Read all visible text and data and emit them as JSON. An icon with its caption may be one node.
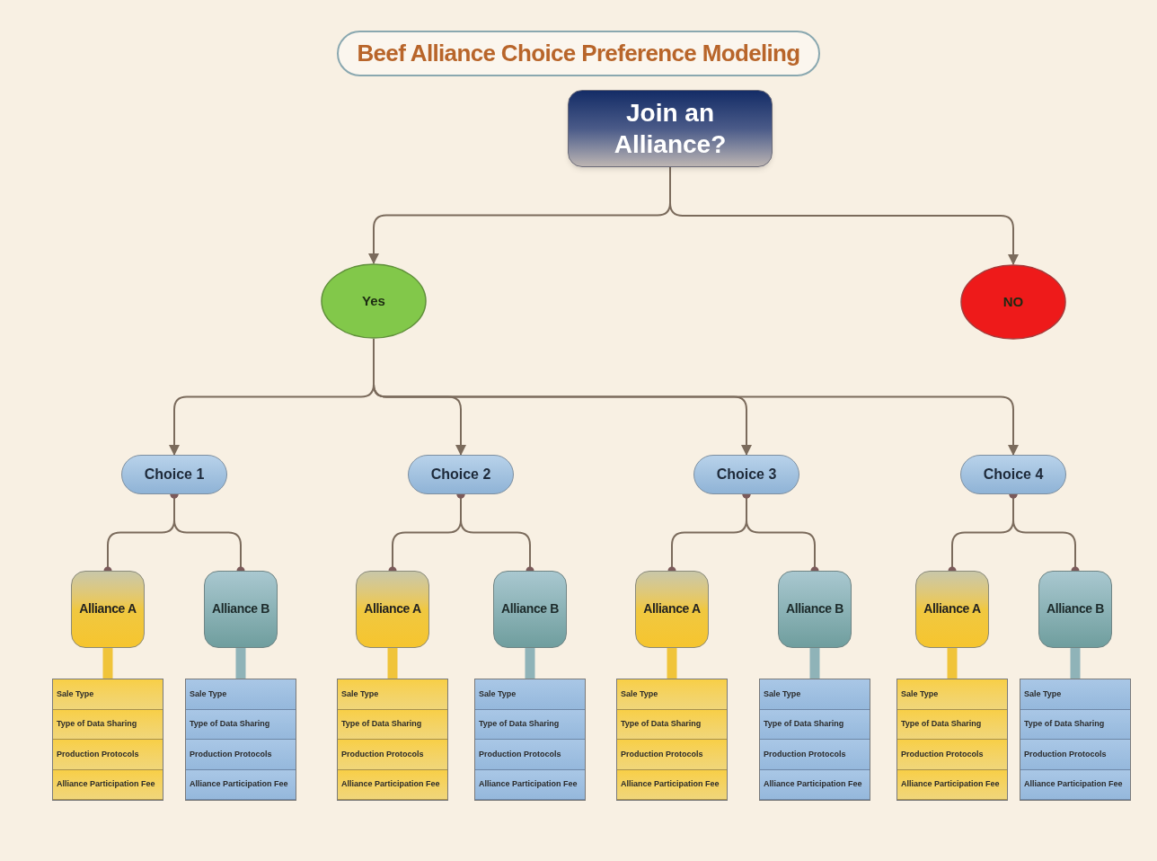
{
  "diagram": {
    "title": "Beef Alliance Choice Preference Modeling",
    "nodes": [
      {
        "text": [
          "Join an Alliance?"
        ]
      },
      {
        "text": [
          "Yes"
        ]
      },
      {
        "text": [
          "NO"
        ]
      },
      {
        "text": [
          "Choice 1"
        ]
      },
      {
        "text": [
          "Choice 2"
        ]
      },
      {
        "text": [
          "Choice 3"
        ]
      },
      {
        "text": [
          "Choice 4"
        ]
      },
      {
        "text": [
          "Alliance A"
        ]
      },
      {
        "text": [
          "Alliance B"
        ]
      },
      {
        "text": [
          "Alliance A"
        ]
      },
      {
        "text": [
          "Alliance B"
        ]
      },
      {
        "text": [
          "Alliance A"
        ]
      },
      {
        "text": [
          "Alliance B"
        ]
      },
      {
        "text": [
          "Alliance A"
        ]
      },
      {
        "text": [
          "Alliance B"
        ]
      },
      {
        "text": [
          "Sale Type",
          "Type of Data Sharing",
          "Production Protocols",
          "Alliance Participation Fee"
        ]
      },
      {
        "text": [
          "Sale Type",
          "Type of Data Sharing",
          "Production Protocols",
          "Alliance Participation Fee"
        ]
      },
      {
        "text": [
          "Sale Type",
          "Type of Data Sharing",
          "Production Protocols",
          "Alliance Participation Fee"
        ]
      },
      {
        "text": [
          "Sale Type",
          "Type of Data Sharing",
          "Production Protocols",
          "Alliance Participation Fee"
        ]
      },
      {
        "text": [
          "Sale Type",
          "Type of Data Sharing",
          "Production Protocols",
          "Alliance Participation Fee"
        ]
      },
      {
        "text": [
          "Sale Type",
          "Type of Data Sharing",
          "Production Protocols",
          "Alliance Participation Fee"
        ]
      },
      {
        "text": [
          "Sale Type",
          "Type of Data Sharing",
          "Production Protocols",
          "Alliance Participation Fee"
        ]
      },
      {
        "text": [
          "Sale Type",
          "Type of Data Sharing",
          "Production Protocols",
          "Alliance Participation Fee"
        ]
      }
    ],
    "edges": [
      {
        "from": 0,
        "to": 1,
        "arrow": "to"
      },
      {
        "from": 0,
        "to": 2,
        "arrow": "to"
      },
      {
        "from": 1,
        "to": 3,
        "arrow": "to"
      },
      {
        "from": 1,
        "to": 4,
        "arrow": "to"
      },
      {
        "from": 1,
        "to": 5,
        "arrow": "to"
      },
      {
        "from": 1,
        "to": 6,
        "arrow": "to"
      },
      {
        "from": 3,
        "to": 7,
        "arrow": "other"
      },
      {
        "from": 3,
        "to": 8,
        "arrow": "other"
      },
      {
        "from": 4,
        "to": 9,
        "arrow": "other"
      },
      {
        "from": 4,
        "to": 10,
        "arrow": "other"
      },
      {
        "from": 5,
        "to": 11,
        "arrow": "other"
      },
      {
        "from": 5,
        "to": 12,
        "arrow": "other"
      },
      {
        "from": 6,
        "to": 13,
        "arrow": "other"
      },
      {
        "from": 6,
        "to": 14,
        "arrow": "other"
      },
      {
        "from": 7,
        "to": 15,
        "arrow": "none",
        "style": "thick",
        "color": "#f0c43a"
      },
      {
        "from": 8,
        "to": 16,
        "arrow": "none",
        "style": "thick",
        "color": "#8fb3b8"
      },
      {
        "from": 9,
        "to": 17,
        "arrow": "none",
        "style": "thick",
        "color": "#f0c43a"
      },
      {
        "from": 10,
        "to": 18,
        "arrow": "none",
        "style": "thick",
        "color": "#8fb3b8"
      },
      {
        "from": 11,
        "to": 19,
        "arrow": "none",
        "style": "thick",
        "color": "#f0c43a"
      },
      {
        "from": 12,
        "to": 20,
        "arrow": "none",
        "style": "thick",
        "color": "#8fb3b8"
      },
      {
        "from": 13,
        "to": 21,
        "arrow": "none",
        "style": "thick",
        "color": "#f0c43a"
      },
      {
        "from": 14,
        "to": 22,
        "arrow": "none",
        "style": "thick",
        "color": "#8fb3b8"
      }
    ]
  }
}
